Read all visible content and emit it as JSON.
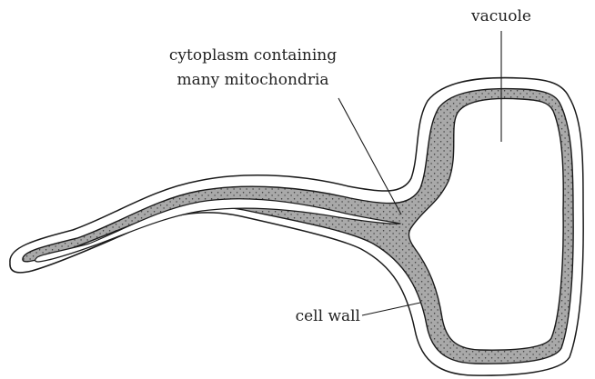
{
  "labels": {
    "vacuole": "vacuole",
    "cytoplasm_line1": "cytoplasm containing",
    "cytoplasm_line2": "many mitochondria",
    "cell_wall": "cell wall"
  },
  "colors": {
    "cytoplasm_fill": "#a9a9a9",
    "stipple": "#3a3a3a",
    "outline": "#1a1a1a",
    "background": "#ffffff"
  }
}
